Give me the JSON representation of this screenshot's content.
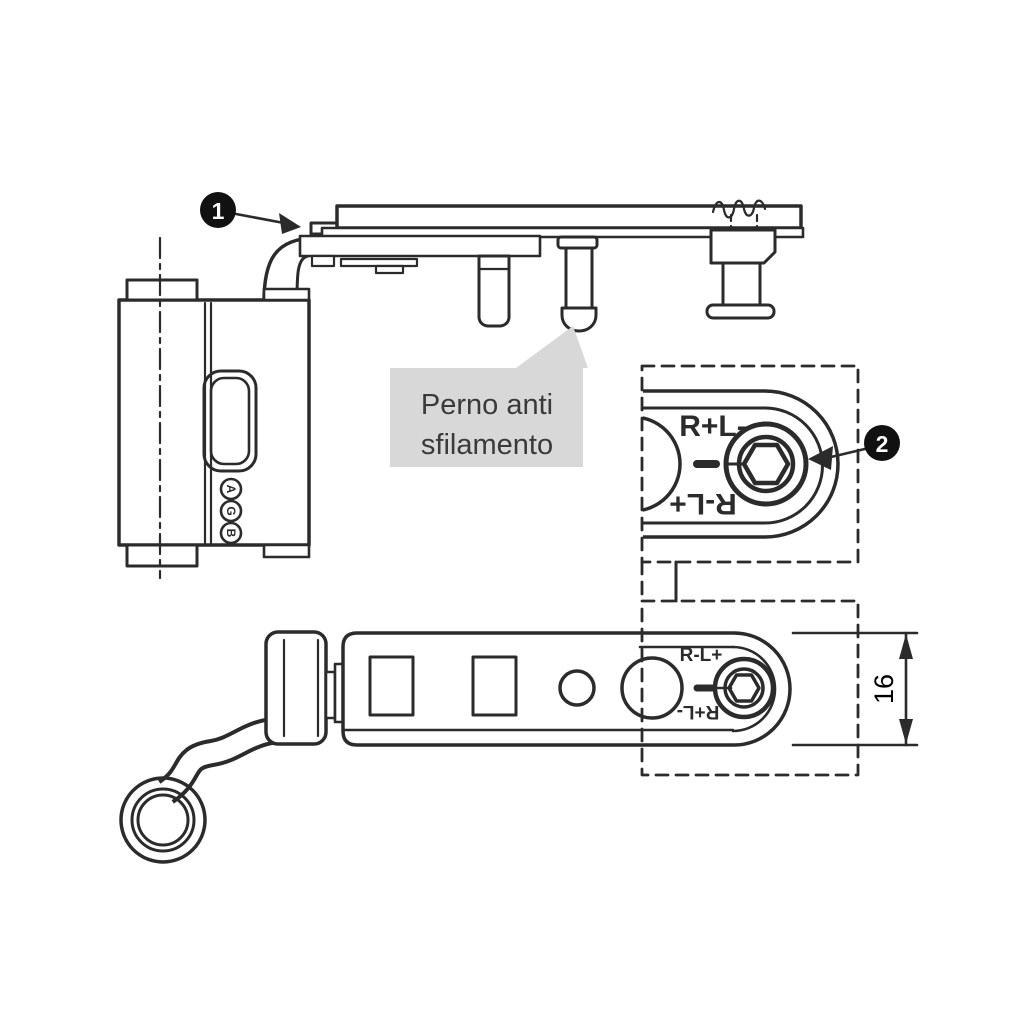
{
  "figure": {
    "callouts": [
      {
        "number": "1"
      },
      {
        "number": "2"
      }
    ],
    "pin_label": {
      "line1": "Perno anti",
      "line2": "sfilamento"
    },
    "detail_view": {
      "marking_top": "R+L-",
      "marking_bottom_rotated": "R-L+"
    },
    "plan_view": {
      "marking_top": "R-L+",
      "marking_bottom_rotated": "R+L-"
    },
    "dimension": {
      "value": "16"
    },
    "brand_stamp": {
      "letters": [
        "A",
        "G",
        "B"
      ]
    },
    "colors": {
      "line": "#2b2b2b",
      "label_box_bg": "#d8d8d8",
      "label_text": "#3a3a3a",
      "callout_bg": "#111111",
      "callout_text": "#ffffff",
      "background": "#ffffff"
    }
  }
}
